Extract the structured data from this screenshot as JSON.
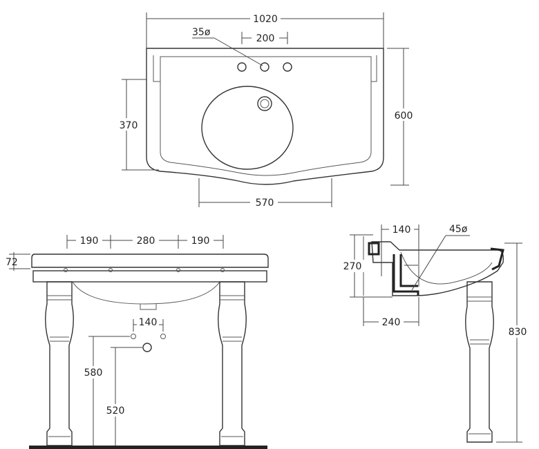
{
  "top_view": {
    "width": "1020",
    "tap_hole": "35ø",
    "tap_spacing": "200",
    "depth": "600",
    "bowl_depth": "370",
    "front_width": "570"
  },
  "front_view": {
    "left_offset": "190",
    "middle": "280",
    "right_offset": "190",
    "thickness": "72",
    "supply_spacing": "140",
    "supply_height": "580",
    "waste_height": "520"
  },
  "side_view": {
    "top_offset": "140",
    "waste_dia": "45ø",
    "bowl_height": "270",
    "waste_offset": "240",
    "total_height": "830"
  }
}
